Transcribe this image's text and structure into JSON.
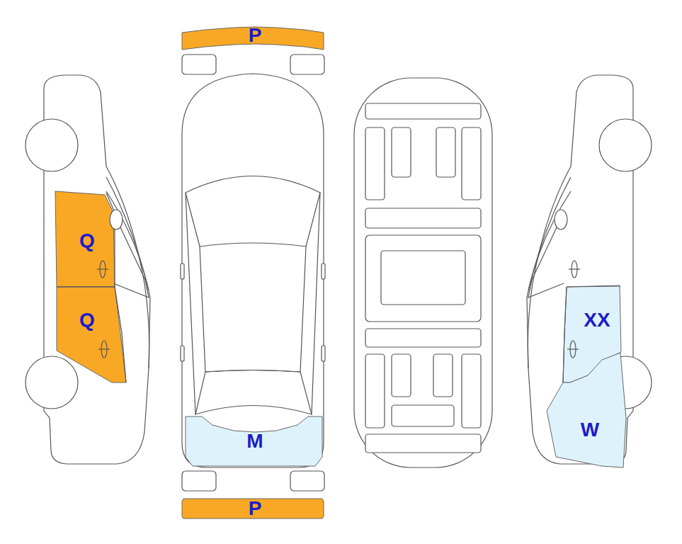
{
  "diagram": {
    "nodes": [
      {
        "text": [
          "P"
        ]
      },
      {
        "text": [
          "Q"
        ]
      },
      {
        "text": [
          "Q"
        ]
      },
      {
        "text": [
          "M"
        ]
      },
      {
        "text": [
          "XX"
        ]
      },
      {
        "text": [
          "W"
        ]
      },
      {
        "text": [
          "P"
        ]
      }
    ]
  }
}
